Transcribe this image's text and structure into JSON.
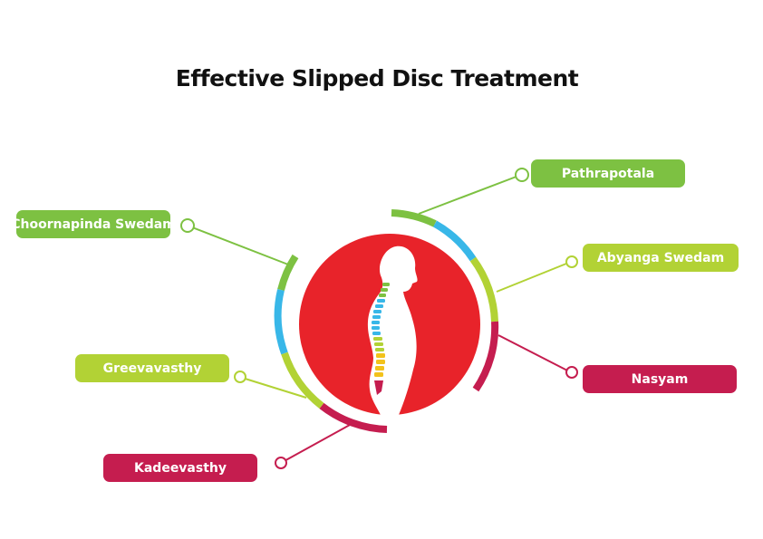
{
  "title": "Effective Slipped Disc Treatment",
  "colors": {
    "green": "#7dc142",
    "lime": "#b2d235",
    "blue": "#38b7e8",
    "crimson": "#c51d4f",
    "red": "#e8232a"
  },
  "treatments": [
    {
      "key": "pathrapotala",
      "label": "Pathrapotala",
      "color": "green"
    },
    {
      "key": "choornapinda",
      "label": "Choornapinda Swedam",
      "color": "green"
    },
    {
      "key": "abyanga",
      "label": "Abyanga Swedam",
      "color": "lime"
    },
    {
      "key": "greevavasthy",
      "label": "Greevavasthy",
      "color": "lime"
    },
    {
      "key": "nasyam",
      "label": "Nasyam",
      "color": "crimson"
    },
    {
      "key": "kadeevasthy",
      "label": "Kadeevasthy",
      "color": "crimson"
    }
  ]
}
